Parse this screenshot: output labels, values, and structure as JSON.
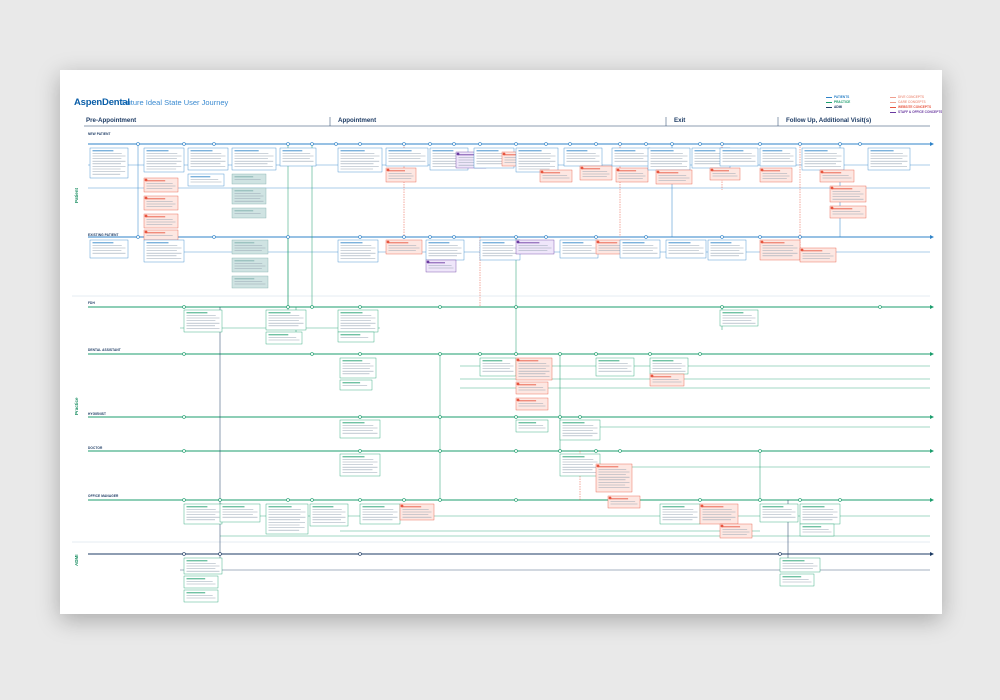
{
  "title": {
    "brand": "AspenDental",
    "subtitle": "Future Ideal State User Journey"
  },
  "phases": [
    "Pre-Appointment",
    "Appointment",
    "Exit",
    "Follow Up, Additional Visit(s)"
  ],
  "groups": {
    "patient": "Patient",
    "practice": "Practice",
    "aspen": "ADMI"
  },
  "lanes": {
    "new_patient": "NEW PATIENT",
    "existing_patient": "EXISTING PATIENT",
    "fdh": "FDH",
    "dental_assistant": "DENTAL ASSISTANT",
    "hygienist": "HYGIENIST",
    "doctor": "DOCTOR",
    "office_manager": "OFFICE MANAGER"
  },
  "legend": {
    "left": [
      "PATIENTS",
      "PRACTICE",
      "ADMI"
    ],
    "right": [
      "DIVE CONCEPTS",
      "CARE CONCEPTS",
      "WEBSITE CONCEPTS",
      "STAFF & OFFICE CONCEPTS"
    ]
  },
  "colors": {
    "patient": "#2f83c8",
    "practice": "#1b9d6c",
    "admi": "#1d3b64",
    "concept": "#e8553f",
    "concept_fill": "#fde7e2",
    "staff": "#6a3aa0",
    "staff_fill": "#efe6fa",
    "teal_fill": "#cfe3e2"
  }
}
